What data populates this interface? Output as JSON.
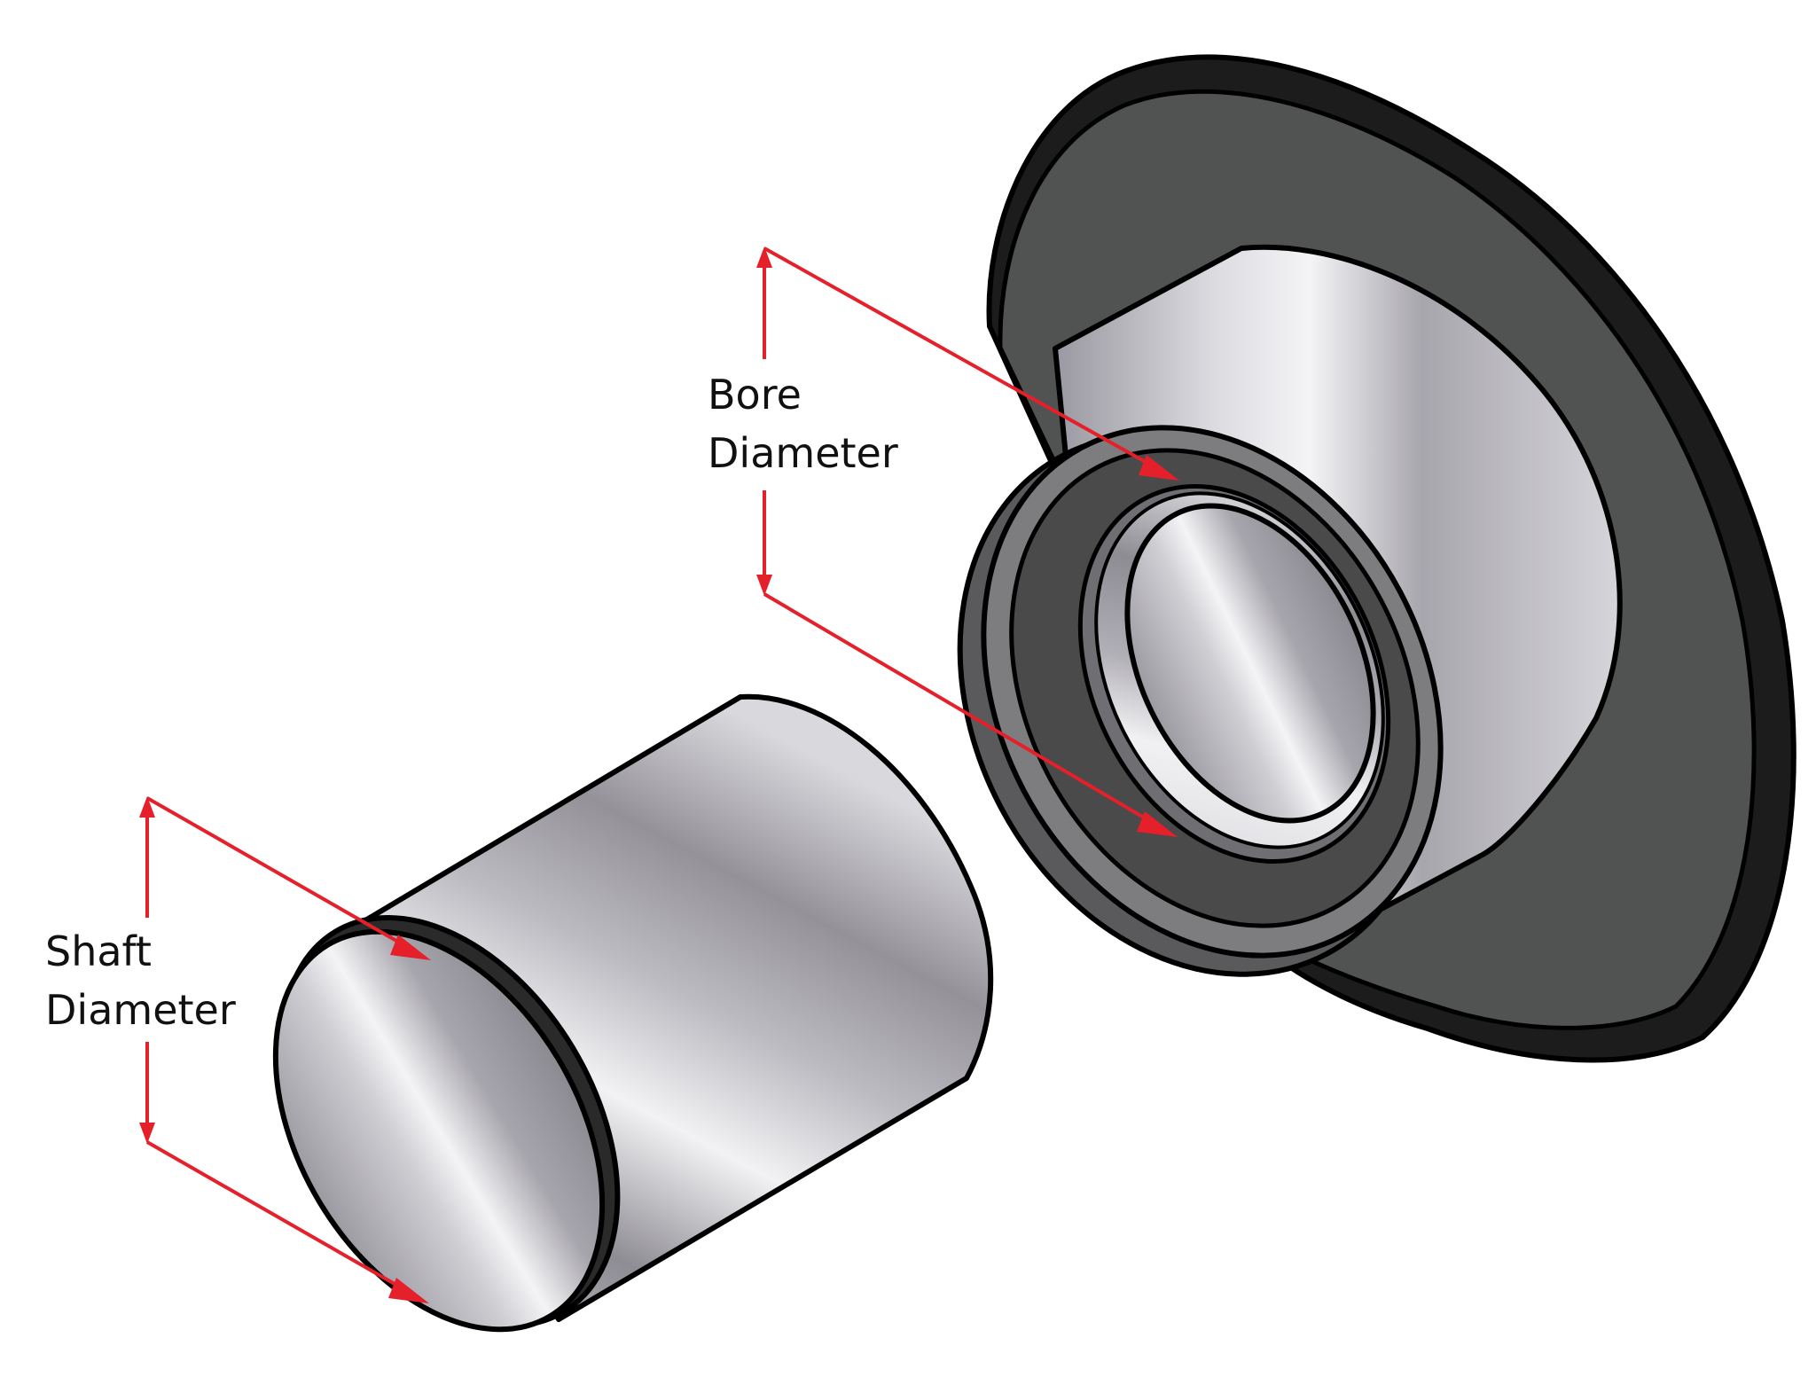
{
  "labels": {
    "bore_line1": "Bore",
    "bore_line2": "Diameter",
    "shaft_line1": "Shaft",
    "shaft_line2": "Diameter"
  },
  "colors": {
    "dimension_line": "#e5202a",
    "outline": "#000000",
    "flange_dark": "#515352",
    "flange_edge": "#1c1c1c",
    "ring_dark": "#4a4a4a",
    "ring_mid": "#7d7d80",
    "metal_light": "#f2f2f4",
    "metal_mid": "#c4c3c9",
    "metal_dark": "#97959c"
  }
}
